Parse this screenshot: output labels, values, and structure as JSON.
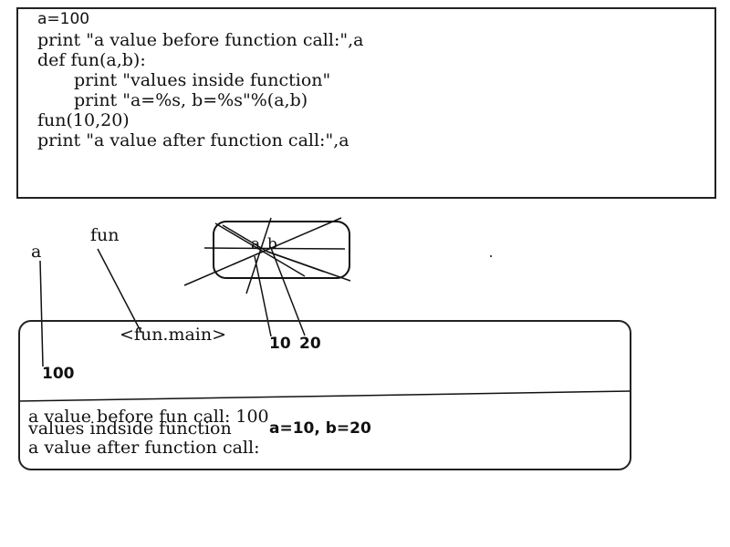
{
  "code": {
    "lines": [
      "a=100",
      "print \"a value before function call:\",a",
      "def fun(a,b):",
      "print \"values inside function\"",
      "print \"a=%s, b=%s\"%(a,b)",
      "fun(10,20)",
      "print \"a value after function call:\",a"
    ]
  },
  "diagram": {
    "var_a_label": "a",
    "fun_label": "fun",
    "fun_object": "<fun.main>",
    "a_value": "100",
    "param_a": "a",
    "param_b": "b",
    "arg_10": "10",
    "arg_20": "20"
  },
  "output": {
    "line1": "a value before fun call: 100",
    "line2_text": "values indside function",
    "line2_values": "a=10, b=20",
    "line3": "a value after function call:"
  }
}
